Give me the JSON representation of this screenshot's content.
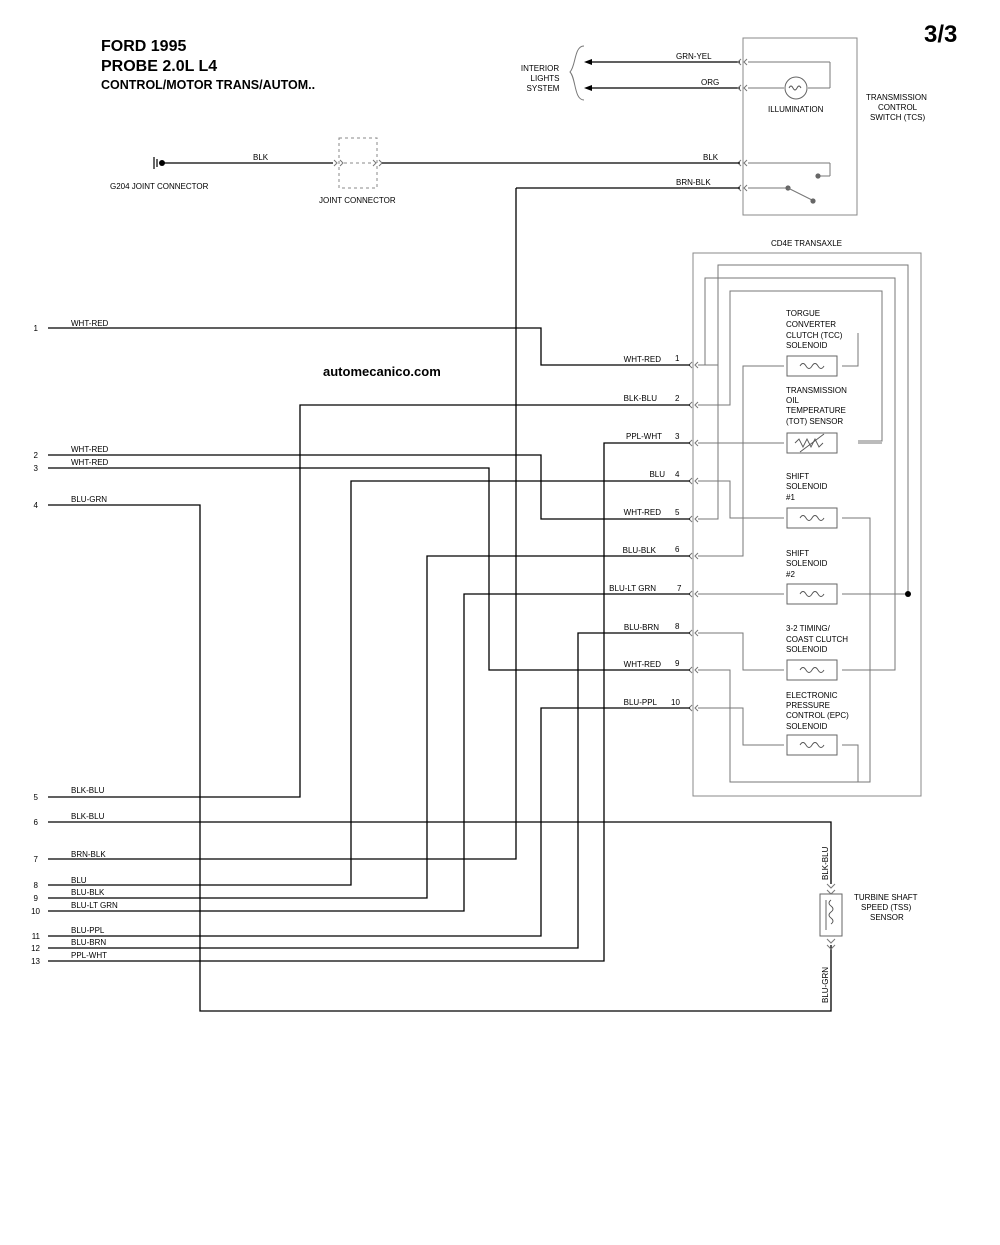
{
  "header": {
    "line1": "FORD 1995",
    "line2": "PROBE 2.0L L4",
    "line3": "CONTROL/MOTOR TRANS/AUTOM..",
    "page": "3/3"
  },
  "watermark": "automecanico.com",
  "components": {
    "interior": [
      "INTERIOR",
      "LIGHTS",
      "SYSTEM"
    ],
    "illumination": "ILLUMINATION",
    "tcs": [
      "TRANSMISSION",
      "CONTROL",
      "SWITCH (TCS)"
    ],
    "g204": "G204 JOINT CONNECTOR",
    "joint": "JOINT CONNECTOR",
    "transaxle": "CD4E TRANSAXLE",
    "tcc": [
      "TORGUE",
      "CONVERTER",
      "CLUTCH (TCC)",
      "SOLENOID"
    ],
    "tot": [
      "TRANSMISSION",
      "OIL",
      "TEMPERATURE",
      "(TOT) SENSOR"
    ],
    "ss1": [
      "SHIFT",
      "SOLENOID",
      "#1"
    ],
    "ss2": [
      "SHIFT",
      "SOLENOID",
      "#2"
    ],
    "ccs": [
      "3-2 TIMING/",
      "COAST CLUTCH",
      "SOLENOID"
    ],
    "epc": [
      "ELECTRONIC",
      "PRESSURE",
      "CONTROL (EPC)",
      "SOLENOID"
    ],
    "tss": [
      "TURBINE SHAFT",
      "SPEED (TSS)",
      "SENSOR"
    ]
  },
  "top_wires": {
    "grn_yel": "GRN-YEL",
    "org": "ORG",
    "blk_left": "BLK",
    "blk_right": "BLK",
    "brn_blk": "BRN-BLK"
  },
  "transaxle_pins": [
    {
      "num": "1",
      "color": "WHT-RED"
    },
    {
      "num": "2",
      "color": "BLK-BLU"
    },
    {
      "num": "3",
      "color": "PPL-WHT"
    },
    {
      "num": "4",
      "color": "BLU"
    },
    {
      "num": "5",
      "color": "WHT-RED"
    },
    {
      "num": "6",
      "color": "BLU-BLK"
    },
    {
      "num": "7",
      "color": "BLU-LT GRN"
    },
    {
      "num": "8",
      "color": "BLU-BRN"
    },
    {
      "num": "9",
      "color": "WHT-RED"
    },
    {
      "num": "10",
      "color": "BLU-PPL"
    }
  ],
  "pcm_pins": [
    {
      "num": "1",
      "color": "WHT-RED"
    },
    {
      "num": "2",
      "color": "WHT-RED"
    },
    {
      "num": "3",
      "color": "WHT-RED"
    },
    {
      "num": "4",
      "color": "BLU-GRN"
    },
    {
      "num": "5",
      "color": "BLK-BLU"
    },
    {
      "num": "6",
      "color": "BLK-BLU"
    },
    {
      "num": "7",
      "color": "BRN-BLK"
    },
    {
      "num": "8",
      "color": "BLU"
    },
    {
      "num": "9",
      "color": "BLU-BLK"
    },
    {
      "num": "10",
      "color": "BLU-LT GRN"
    },
    {
      "num": "11",
      "color": "BLU-PPL"
    },
    {
      "num": "12",
      "color": "BLU-BRN"
    },
    {
      "num": "13",
      "color": "PPL-WHT"
    }
  ],
  "tss_wires": {
    "top": "BLK-BLU",
    "bottom": "BLU-GRN"
  }
}
